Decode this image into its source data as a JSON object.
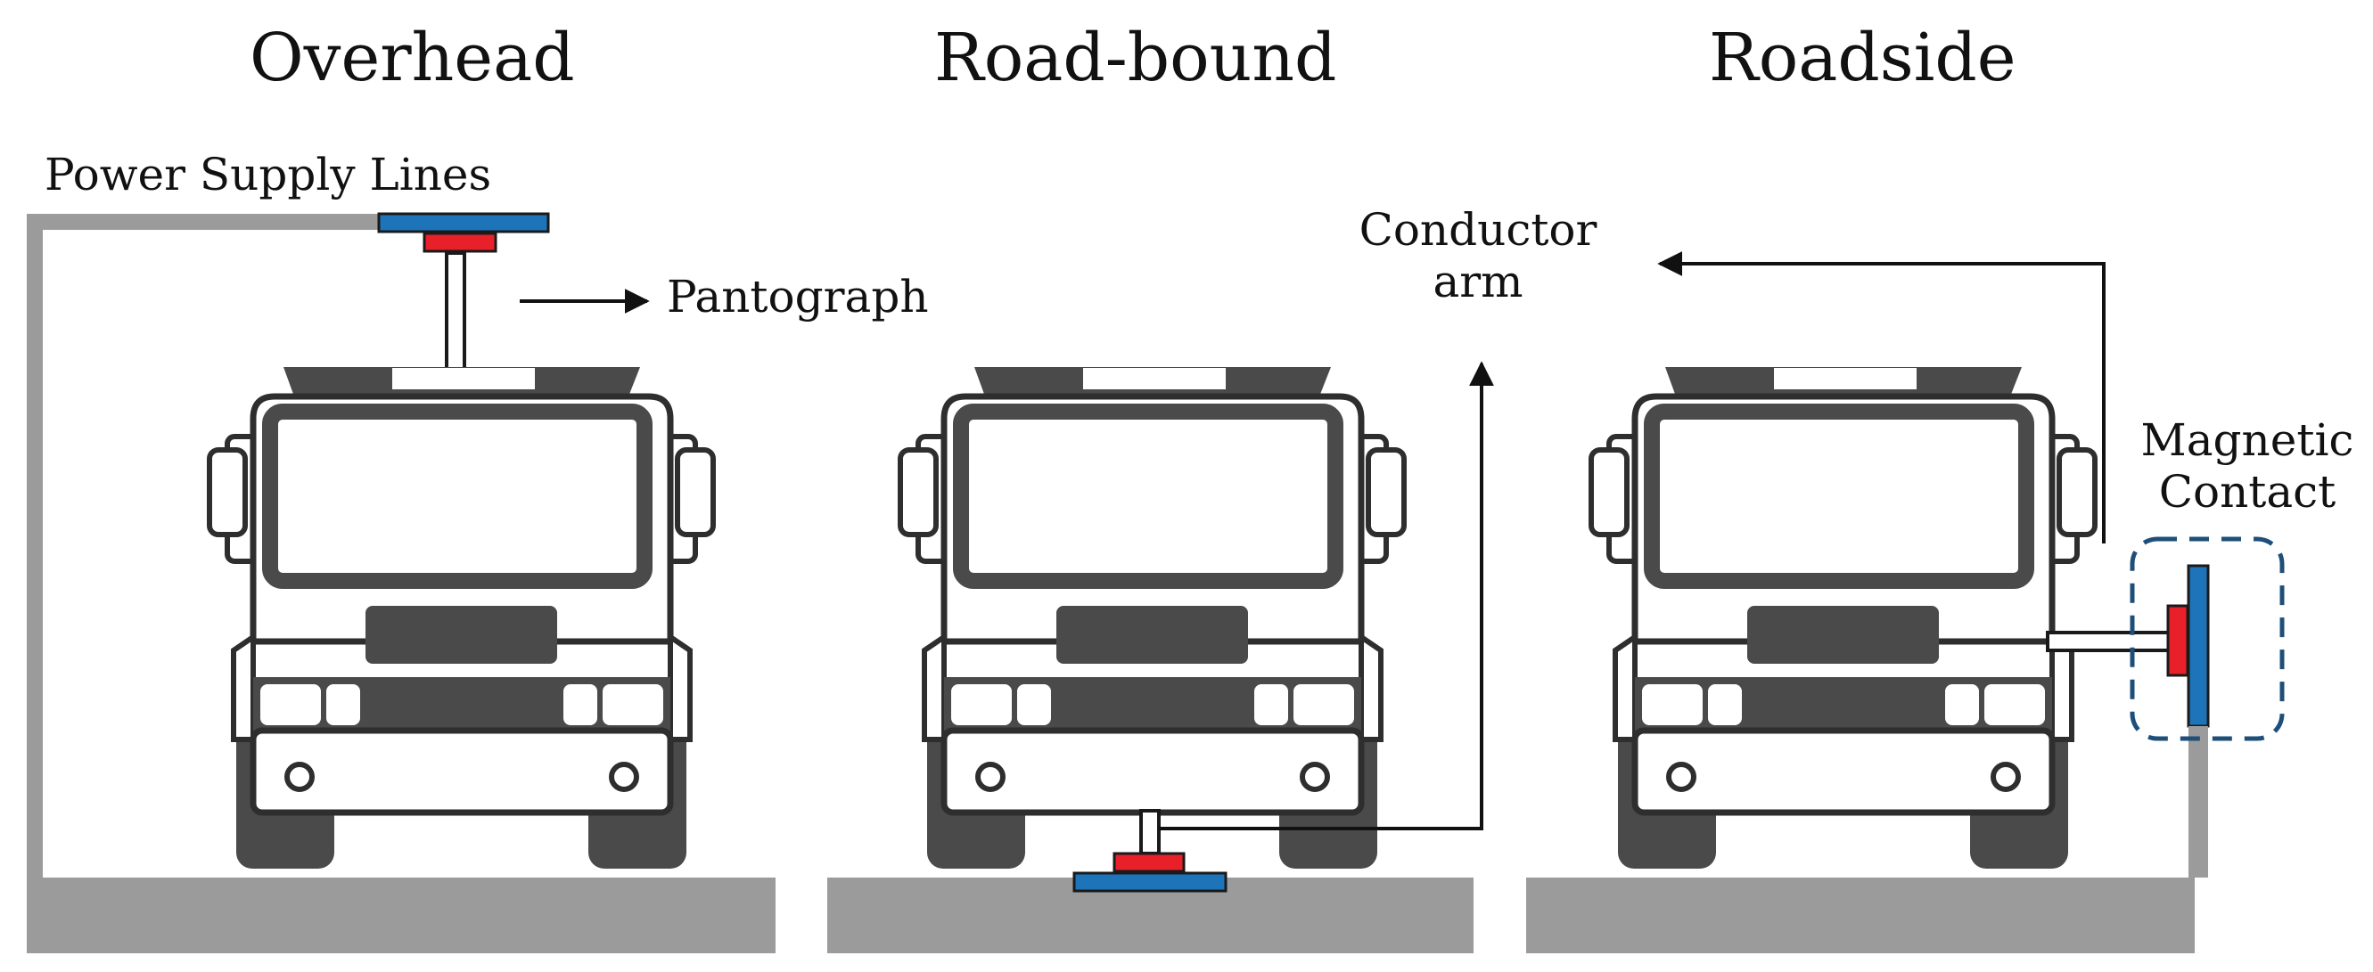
{
  "titles": {
    "overhead": "Overhead",
    "road_bound": "Road-bound",
    "roadside": "Roadside"
  },
  "labels": {
    "power_supply_lines": "Power Supply Lines",
    "pantograph": "Pantograph",
    "conductor_arm_line1": "Conductor",
    "conductor_arm_line2": "arm",
    "magnetic_contact_line1": "Magnetic",
    "magnetic_contact_line2": "Contact"
  },
  "colors": {
    "ground": "#9b9b9b",
    "truck_dark": "#4a4a4a",
    "truck_outline": "#2e2e2e",
    "rail_blue": "#1e74b8",
    "contact_red": "#e8202a",
    "arrow": "#111111",
    "dashed_box": "#1e4f7a"
  },
  "icons": [
    "truck-icon",
    "pantograph-icon",
    "arrow-icon"
  ]
}
